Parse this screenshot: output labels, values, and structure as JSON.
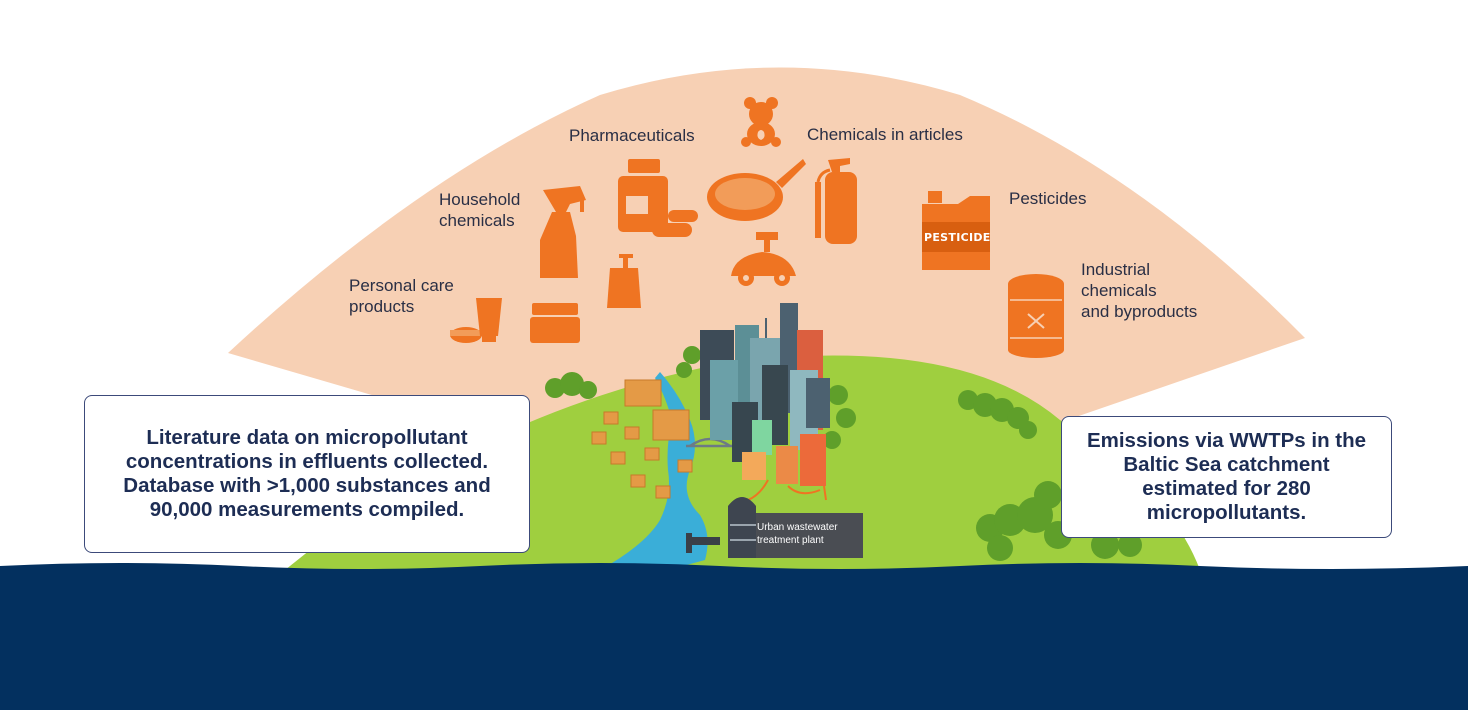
{
  "colors": {
    "fan": "#f7d0b4",
    "icon_orange": "#ef7422",
    "hill_green": "#9fcf3f",
    "sea_navy": "#03305f",
    "river_blue": "#3aaed8",
    "box_border": "#3c4a7a",
    "box_text": "#1d2d54"
  },
  "sources": {
    "personal_care": "Personal care\nproducts",
    "household": "Household\nchemicals",
    "pharmaceuticals": "Pharmaceuticals",
    "chemicals_in_articles": "Chemicals in articles",
    "pesticides": "Pesticides",
    "industrial": "Industrial\nchemicals\nand byproducts"
  },
  "icons": {
    "personal_care": [
      "cream-jar-icon",
      "cream-tube-icon",
      "soap-dish-icon"
    ],
    "household": [
      "spray-bottle-icon",
      "pump-dispenser-icon"
    ],
    "pharmaceuticals": [
      "pill-bottle-icon",
      "capsule-icon"
    ],
    "chemicals_in_articles": [
      "teddy-bear-icon",
      "frying-pan-icon",
      "fire-extinguisher-icon",
      "wind-up-car-icon"
    ],
    "pesticides": [
      "pesticide-canister-icon"
    ],
    "industrial": [
      "barrel-icon"
    ]
  },
  "pesticide_canister_text": "PESTICIDE",
  "plant_label": "Urban wastewater\ntreatment plant",
  "left_box": "Literature data on micropollutant concentrations in effluents collected. Database with  >1,000 substances and 90,000 measurements compiled.",
  "right_box": "Emissions via WWTPs in the Baltic Sea catchment estimated for 280 micropollutants."
}
